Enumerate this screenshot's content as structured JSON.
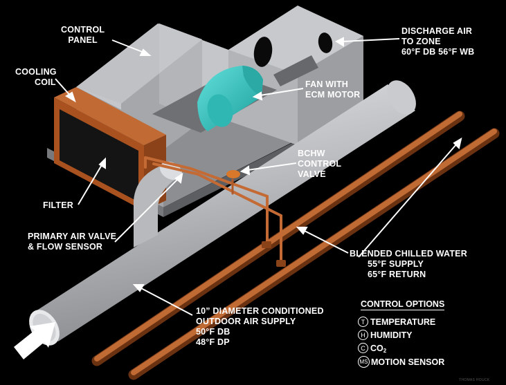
{
  "labels": {
    "control_panel": [
      "CONTROL",
      "PANEL"
    ],
    "cooling_coil": [
      "COOLING",
      "COIL"
    ],
    "discharge_air": [
      "DISCHARGE AIR",
      "TO ZONE",
      "60°F DB 56°F WB"
    ],
    "fan": [
      "FAN WITH",
      "ECM MOTOR"
    ],
    "bchw_valve": [
      "BCHW",
      "CONTROL",
      "VALVE"
    ],
    "filter": [
      "FILTER"
    ],
    "primary_air_valve": [
      "PRIMARY AIR VALVE",
      "& FLOW SENSOR"
    ],
    "blended_chilled_water": [
      "BLENDED CHILLED WATER",
      "55°F SUPPLY",
      "65°F RETURN"
    ],
    "outdoor_air_supply": [
      "10” DIAMETER CONDITIONED",
      "OUTDOOR AIR SUPPLY",
      "50°F DB",
      "48°F DP"
    ]
  },
  "control_options": {
    "title": "CONTROL OPTIONS",
    "items": [
      {
        "badge": "T",
        "label": "TEMPERATURE"
      },
      {
        "badge": "H",
        "label": "HUMIDITY"
      },
      {
        "badge": "C",
        "label": "CO",
        "subscript": "2"
      },
      {
        "badge": "MS",
        "label": "MOTION SENSOR"
      }
    ]
  },
  "credit": "THOMAS HOUCK",
  "colors": {
    "background": "#000000",
    "housing": "#b4b4b8",
    "duct": "#c8cacd",
    "copper": "#b05a2a",
    "fan": "#3cc8c4",
    "text": "#ffffff"
  }
}
